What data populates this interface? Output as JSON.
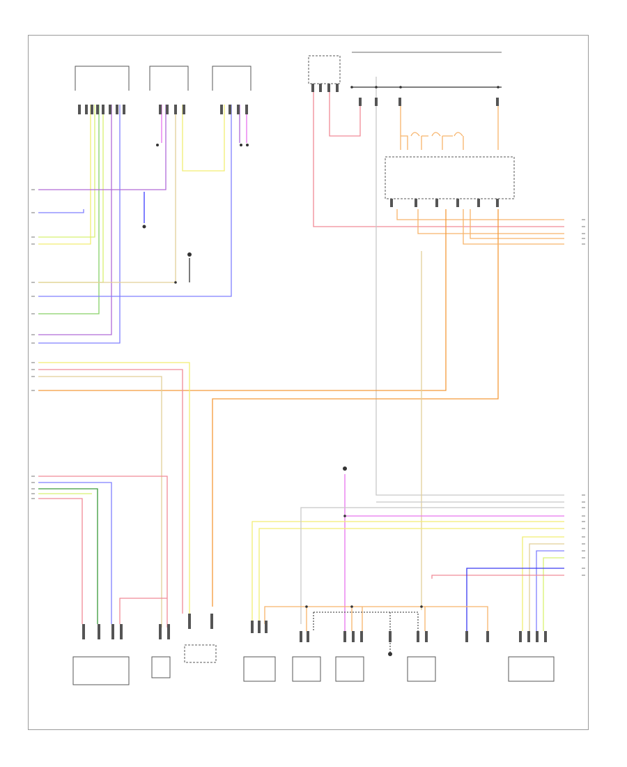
{
  "diagram": {
    "footer_code": "",
    "colors": {
      "pink": "#f08a96",
      "violet": "#b06ad8",
      "magenta": "#e774ee",
      "blue": "#7f7fff",
      "green": "#86d066",
      "lime": "#d8f070",
      "yellow": "#f2ee72",
      "tan": "#e2cf98",
      "orange": "#f7b36a",
      "darkorange": "#f39a3a",
      "gray": "#c8c8c8",
      "black": "#333333"
    },
    "components": [
      {
        "id": "trans-control",
        "label": ""
      },
      {
        "id": "left-rear-wheel-sensor",
        "label": ""
      },
      {
        "id": "lower-left-sensor",
        "label": ""
      },
      {
        "id": "ignition-switch",
        "label": ""
      },
      {
        "id": "relay-fuse-block",
        "label": ""
      },
      {
        "id": "fuse-row",
        "label": ""
      },
      {
        "id": "fuel-tank-sender",
        "label": ""
      },
      {
        "id": "brake-light-switch",
        "label": ""
      },
      {
        "id": "brake-switch-2",
        "label": ""
      },
      {
        "id": "transmission-range-sensor",
        "label": ""
      },
      {
        "id": "left-front-sensor",
        "label": ""
      },
      {
        "id": "oil-pressure-sensor",
        "label": ""
      },
      {
        "id": "ground-point",
        "label": ""
      },
      {
        "id": "right-front-sensor",
        "label": ""
      },
      {
        "id": "fuel-pump-module",
        "label": ""
      },
      {
        "id": "engine-control-module",
        "label": ""
      }
    ]
  }
}
